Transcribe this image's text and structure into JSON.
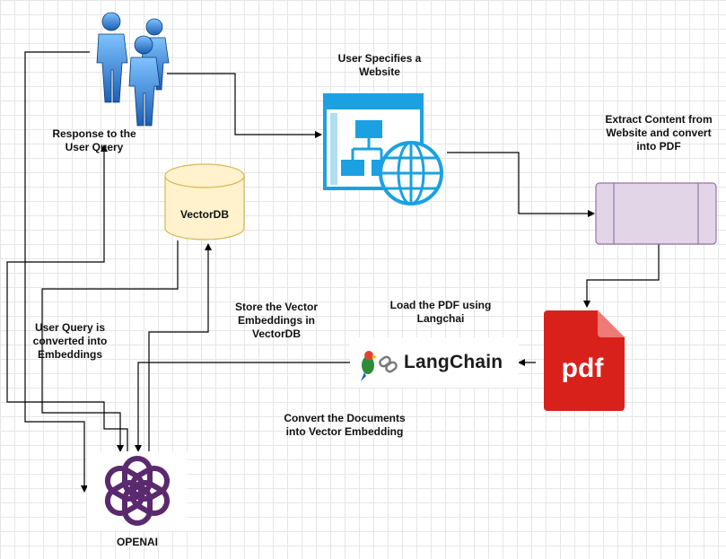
{
  "labels": {
    "response": "Response to the User Query",
    "user_specifies": "User Specifies a Website",
    "extract": "Extract Content from Website and convert into PDF",
    "vectordb": "VectorDB",
    "user_query": "User Query is converted into Embeddings",
    "store": "Store the Vector Embeddings in VectorDB",
    "load_pdf": "Load the  PDF using Langchai",
    "langchain": "LangChain",
    "pdf": "pdf",
    "convert": "Convert the Documents into Vector Embedding",
    "openai": "OPENAI"
  },
  "icons": {
    "users": "users-icon",
    "website": "website-sitemap-globe-icon",
    "document": "process-document-icon",
    "database": "database-icon",
    "pdf": "pdf-file-icon",
    "langchain": "parrot-chain-icon",
    "openai": "openai-logo-icon"
  },
  "colors": {
    "user_blue": "#1c6fc4",
    "website_cyan": "#1ba1e2",
    "db_fill": "#fff2cc",
    "db_stroke": "#d6b656",
    "doc_fill": "#e1d5e7",
    "doc_stroke": "#9673a6",
    "pdf_red": "#d9211c",
    "openai_purple": "#5b2a6e"
  }
}
